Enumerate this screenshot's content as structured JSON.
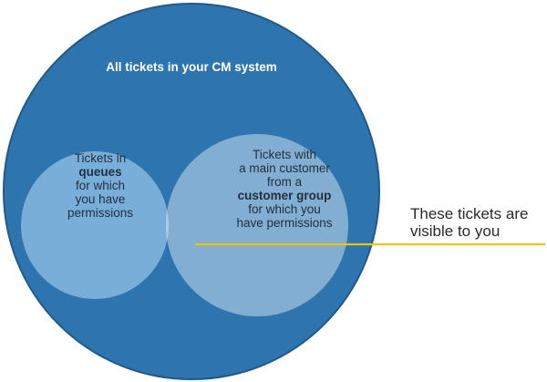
{
  "title": "All tickets in your CM system",
  "left_circle": {
    "line1": "Tickets in",
    "line2_bold": "queues",
    "line3": "for which",
    "line4": "you have",
    "line5": "permissions"
  },
  "right_circle": {
    "line1": "Tickets with",
    "line2": "a main customer",
    "line3": "from a",
    "line4_bold": "customer group",
    "line5": "for which you",
    "line6": "have permissions"
  },
  "callout": {
    "line1": "These tickets are",
    "line2": "visible to you"
  },
  "colors": {
    "outer_fill": "#2e74ae",
    "outer_stroke": "#1f5a8c",
    "left_fill": "#79aed8",
    "right_fill": "#c7deef",
    "intersection_fill": "#a9cde9",
    "pointer_line": "#f2c300"
  }
}
